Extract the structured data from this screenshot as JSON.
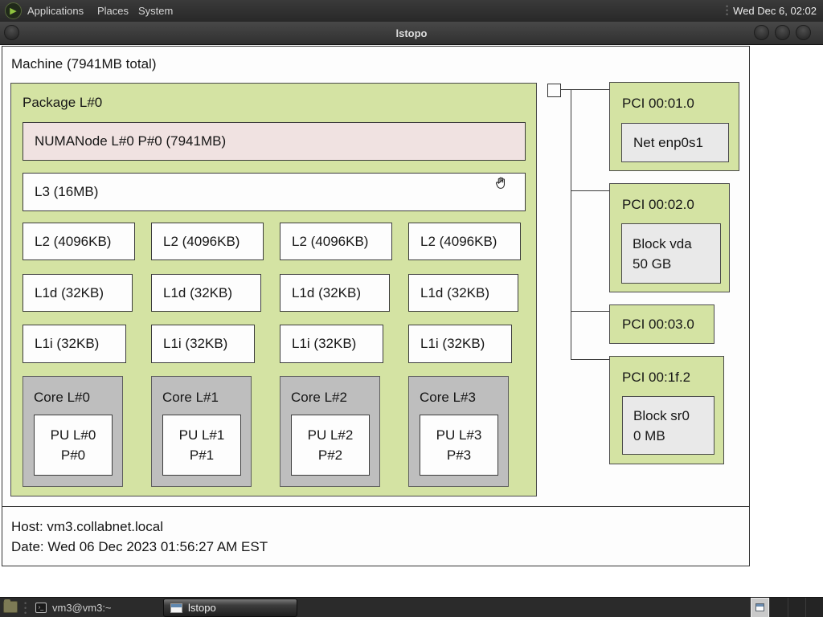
{
  "panel": {
    "menus": [
      "Applications",
      "Places",
      "System"
    ],
    "clock": "Wed Dec 6, 02:02"
  },
  "window": {
    "title": "lstopo"
  },
  "machine": {
    "label": "Machine (7941MB total)"
  },
  "package": {
    "label": "Package L#0",
    "numanode": "NUMANode L#0 P#0 (7941MB)",
    "l3": "L3 (16MB)",
    "l2": [
      "L2 (4096KB)",
      "L2 (4096KB)",
      "L2 (4096KB)",
      "L2 (4096KB)"
    ],
    "l1d": [
      "L1d (32KB)",
      "L1d (32KB)",
      "L1d (32KB)",
      "L1d (32KB)"
    ],
    "l1i": [
      "L1i (32KB)",
      "L1i (32KB)",
      "L1i (32KB)",
      "L1i (32KB)"
    ],
    "cores": [
      {
        "label": "Core L#0",
        "pu1": "PU L#0",
        "pu2": "P#0"
      },
      {
        "label": "Core L#1",
        "pu1": "PU L#1",
        "pu2": "P#1"
      },
      {
        "label": "Core L#2",
        "pu1": "PU L#2",
        "pu2": "P#2"
      },
      {
        "label": "Core L#3",
        "pu1": "PU L#3",
        "pu2": "P#3"
      }
    ]
  },
  "pci": {
    "slots": [
      {
        "label": "PCI 00:01.0",
        "dev1": "Net enp0s1"
      },
      {
        "label": "PCI 00:02.0",
        "dev1": "Block vda",
        "dev2": "50 GB"
      },
      {
        "label": "PCI 00:03.0"
      },
      {
        "label": "PCI 00:1f.2",
        "dev1": "Block sr0",
        "dev2": "0 MB"
      }
    ]
  },
  "legend": {
    "host": "Host: vm3.collabnet.local",
    "date": "Date: Wed 06 Dec 2023 01:56:27 AM EST"
  },
  "taskbar": {
    "task1": "vm3@vm3:~",
    "task2": "lstopo"
  },
  "colors": {
    "package_green": "#d4e3a3",
    "numanode_pink": "#f0e2e1",
    "core_gray": "#bebebe",
    "device_gray": "#e9e9e9",
    "cache_white": "#fdfdfd",
    "panel_dark": "#2e2e2e"
  }
}
